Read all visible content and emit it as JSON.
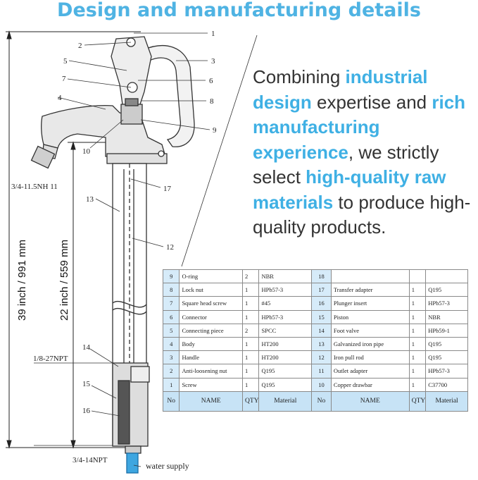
{
  "title": "Design and manufacturing details",
  "promo": [
    {
      "t": "Combining ",
      "h": false
    },
    {
      "t": "industrial design",
      "h": true
    },
    {
      "t": " expertise and ",
      "h": false
    },
    {
      "t": "rich manufacturing experience",
      "h": true
    },
    {
      "t": ", we strictly select ",
      "h": false
    },
    {
      "t": "high-quality raw materials",
      "h": true
    },
    {
      "t": " to produce high-quality products.",
      "h": false
    }
  ],
  "dimensions": {
    "overall": "39 inch / 991 mm",
    "lower": "22 inch / 559 mm"
  },
  "annotations": {
    "thread_outlet": "3/4-11.5NH 11",
    "thread_mid": "1/8-27NPT",
    "thread_inlet": "3/4-14NPT",
    "water_supply": "water supply"
  },
  "callouts": [
    "1",
    "2",
    "3",
    "4",
    "5",
    "6",
    "7",
    "8",
    "9",
    "10",
    "12",
    "13",
    "14",
    "15",
    "16",
    "17"
  ],
  "colors": {
    "accent": "#4fb3e3",
    "table_header": "#c7e3f6",
    "table_no": "#d6ebf9"
  },
  "parts_table": {
    "headers": [
      "No",
      "NAME",
      "QTY",
      "Material",
      "No",
      "NAME",
      "QTY",
      "Material"
    ],
    "rows": [
      {
        "no": "9",
        "name": "O-ring",
        "qty": "2",
        "mat": "NBR",
        "no2": "18",
        "name2": "",
        "qty2": "",
        "mat2": ""
      },
      {
        "no": "8",
        "name": "Lock nut",
        "qty": "1",
        "mat": "HPb57-3",
        "no2": "17",
        "name2": "Transfer adapter",
        "qty2": "1",
        "mat2": "Q195"
      },
      {
        "no": "7",
        "name": "Square head screw",
        "qty": "1",
        "mat": "#45",
        "no2": "16",
        "name2": "Plunger insert",
        "qty2": "1",
        "mat2": "HPb57-3"
      },
      {
        "no": "6",
        "name": "Connector",
        "qty": "1",
        "mat": "HPb57-3",
        "no2": "15",
        "name2": "Piston",
        "qty2": "1",
        "mat2": "NBR"
      },
      {
        "no": "5",
        "name": "Connecting piece",
        "qty": "2",
        "mat": "SPCC",
        "no2": "14",
        "name2": "Foot valve",
        "qty2": "1",
        "mat2": "HPb59-1"
      },
      {
        "no": "4",
        "name": "Body",
        "qty": "1",
        "mat": "HT200",
        "no2": "13",
        "name2": "Galvanized iron pipe",
        "qty2": "1",
        "mat2": "Q195"
      },
      {
        "no": "3",
        "name": "Handle",
        "qty": "1",
        "mat": "HT200",
        "no2": "12",
        "name2": "Iron pull rod",
        "qty2": "1",
        "mat2": "Q195"
      },
      {
        "no": "2",
        "name": "Anti-loosening nut",
        "qty": "1",
        "mat": "Q195",
        "no2": "11",
        "name2": "Outlet adapter",
        "qty2": "1",
        "mat2": "HPb57-3"
      },
      {
        "no": "1",
        "name": "Screw",
        "qty": "1",
        "mat": "Q195",
        "no2": "10",
        "name2": "Copper drawbar",
        "qty2": "1",
        "mat2": "C37700"
      }
    ]
  }
}
